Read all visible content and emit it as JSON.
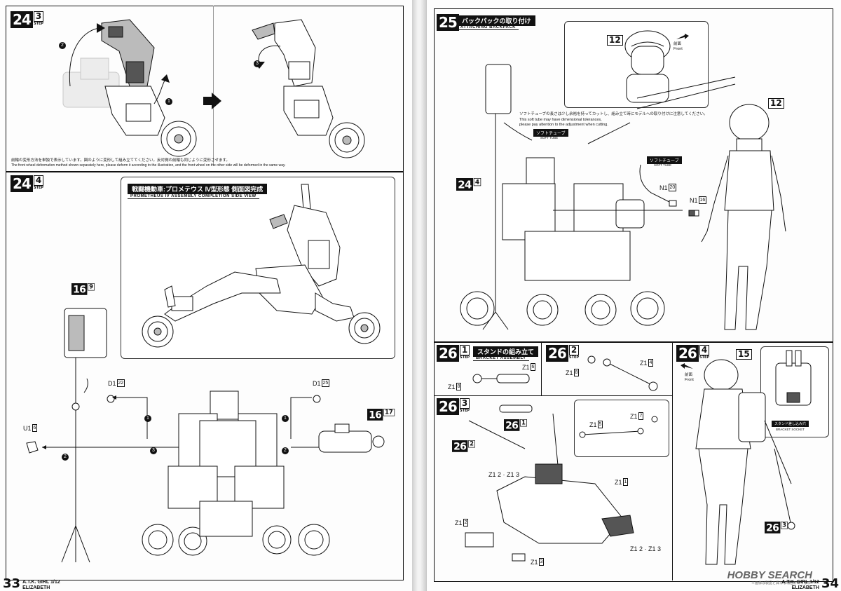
{
  "left_page": {
    "step_24_3": {
      "num": "24",
      "sub": "3",
      "step_word": "STEP",
      "note_jp": "前輪の変形方法を単独で表示しています。図のように変形して組み立ててください。反対側の前輪も同じように変形させます。",
      "note_en": "The front wheel deformation method shown separately here, please deform it according to the illustration, and the front wheel on the other side will be deformed in the same way.",
      "order": [
        "1",
        "2",
        "3"
      ]
    },
    "step_24_4": {
      "num": "24",
      "sub": "4",
      "step_word": "STEP",
      "title_jp": "戦闘機動車:プロメテウス Ⅳ型形態 側面図完成",
      "title_en": "PROMETHEUS IV ASSEMBLY COMPLETION SIDE VIEW",
      "parts": [
        {
          "letter": "D1",
          "num": "22"
        },
        {
          "letter": "D1",
          "num": "25"
        },
        {
          "letter": "U1",
          "num": "6"
        }
      ],
      "step_refs": [
        {
          "num": "16",
          "sub": "9"
        },
        {
          "num": "16",
          "sub": "17"
        }
      ],
      "order": [
        "1",
        "1",
        "2",
        "2",
        "3"
      ]
    },
    "footer": {
      "page": "33",
      "line1": "A.T.K. GIRL 1/12",
      "line2": "ELIZABETH"
    }
  },
  "right_page": {
    "step_25": {
      "num": "25",
      "step_word": "STEP",
      "title_jp": "バックパックの取り付け",
      "title_en": "ATTACHING BACKPACK",
      "part_12": "12",
      "front_jp": "前面",
      "front_en": "Front",
      "softtube_note_jp": "ソフトチューブの長さは少し余裕を持ってカットし、組み立て時にモデルへの取り付けに注意してください。",
      "softtube_note_en1": "This soft tube may have dimensional tolerances,",
      "softtube_note_en2": "please pay attention to the adjustment when cutting.",
      "softtube_label_jp": "ソフトチューブ",
      "softtube_label_en": "SOFT TUBE",
      "step_ref": {
        "num": "24",
        "sub": "4"
      },
      "parts": [
        {
          "letter": "N1",
          "num": "20"
        },
        {
          "letter": "N1",
          "num": "16"
        }
      ]
    },
    "step_26_1": {
      "num": "26",
      "sub": "1",
      "step_word": "STEP",
      "title_jp": "スタンドの組み立て",
      "title_en": "BRACKET ASSEMBLY",
      "parts": [
        {
          "letter": "Z1",
          "num": "6"
        },
        {
          "letter": "Z1",
          "num": "8"
        }
      ]
    },
    "step_26_2": {
      "num": "26",
      "sub": "2",
      "step_word": "STEP",
      "parts": [
        {
          "letter": "Z1",
          "num": "4"
        },
        {
          "letter": "Z1",
          "num": "8"
        }
      ]
    },
    "step_26_3": {
      "num": "26",
      "sub": "3",
      "step_word": "STEP",
      "parts": [
        {
          "letter": "Z1",
          "num": "5"
        },
        {
          "letter": "Z1",
          "num": "7"
        },
        {
          "letter": "Z1",
          "num": "1"
        },
        {
          "letter": "Z1",
          "num": "2"
        },
        {
          "letter": "Z1",
          "num": "3"
        }
      ],
      "combo_labels": [
        "Z1 2 · Z1 3",
        "Z1 2 · Z1 3"
      ],
      "step_refs": [
        {
          "num": "26",
          "sub": "1"
        },
        {
          "num": "26",
          "sub": "2"
        }
      ]
    },
    "step_26_4": {
      "num": "26",
      "sub": "4",
      "step_word": "STEP",
      "part_15": "15",
      "front_jp": "前面",
      "front_en": "Front",
      "socket_jp": "スタンド差し込み穴",
      "socket_en": "BRACKET SOCKET",
      "step_ref": {
        "num": "26",
        "sub": "3"
      }
    },
    "footer": {
      "page": "34",
      "line1": "A.T.K. GIRL 1/12",
      "line2": "ELIZABETH"
    },
    "watermark": "HOBBY SEARCH",
    "watermark_sub": "※画像は製品と異なる場合があります"
  }
}
